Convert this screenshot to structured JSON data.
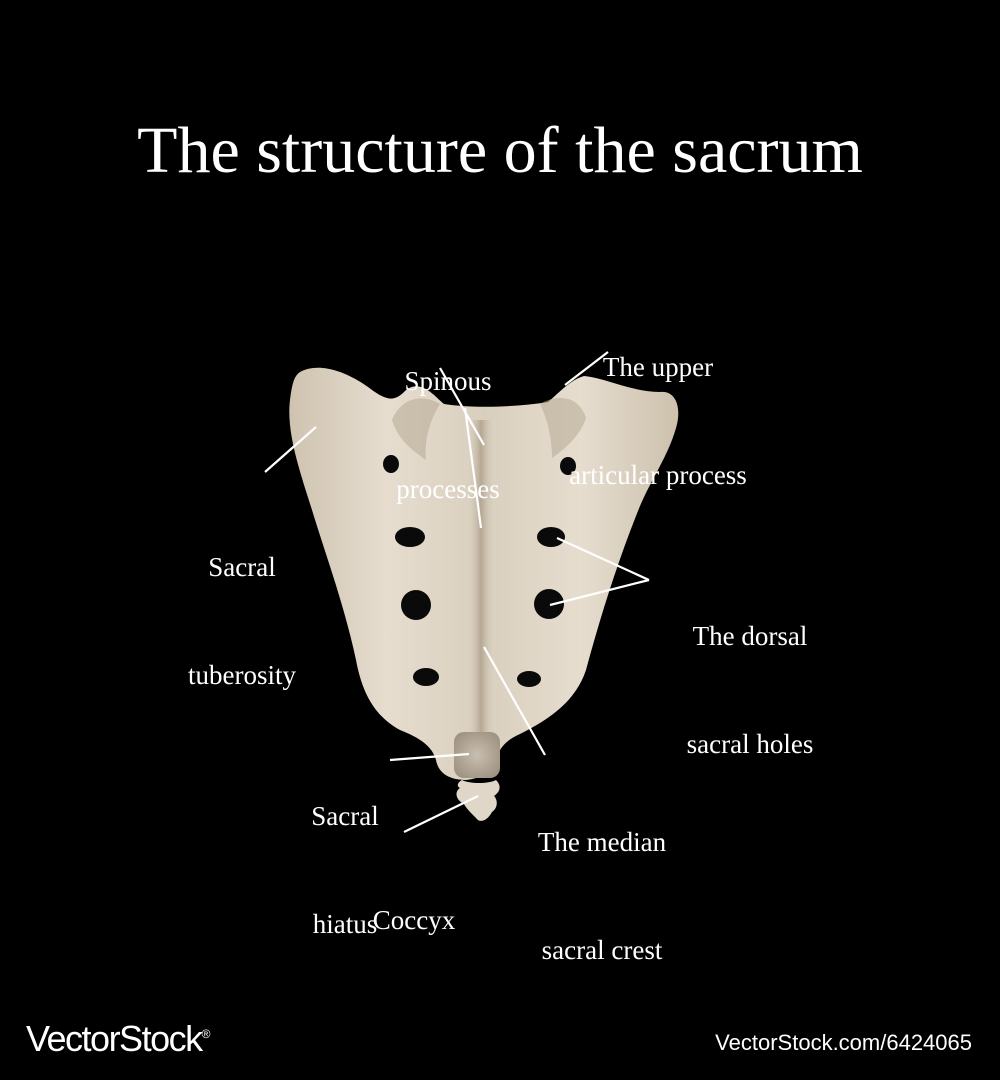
{
  "title": "The structure of the sacrum",
  "labels": {
    "spinous_processes": [
      "Spinous",
      "processes"
    ],
    "upper_articular_process": [
      "The upper",
      "articular process"
    ],
    "sacral_tuberosity": [
      "Sacral",
      "tuberosity"
    ],
    "dorsal_sacral_holes": [
      "The dorsal",
      "sacral holes"
    ],
    "sacral_hiatus": [
      "Sacral",
      "hiatus"
    ],
    "median_sacral_crest": [
      "The median",
      "sacral crest"
    ],
    "coccyx": [
      "Coccyx"
    ]
  },
  "colors": {
    "background": "#000000",
    "bone": "#e4dbcd",
    "bone_shadow": "#bcae98",
    "text": "#ffffff",
    "leader_lines": "#ffffff"
  },
  "footer": {
    "brand": "VectorStock",
    "brand_mark": "®",
    "stock_id": "VectorStock.com/6424065"
  }
}
